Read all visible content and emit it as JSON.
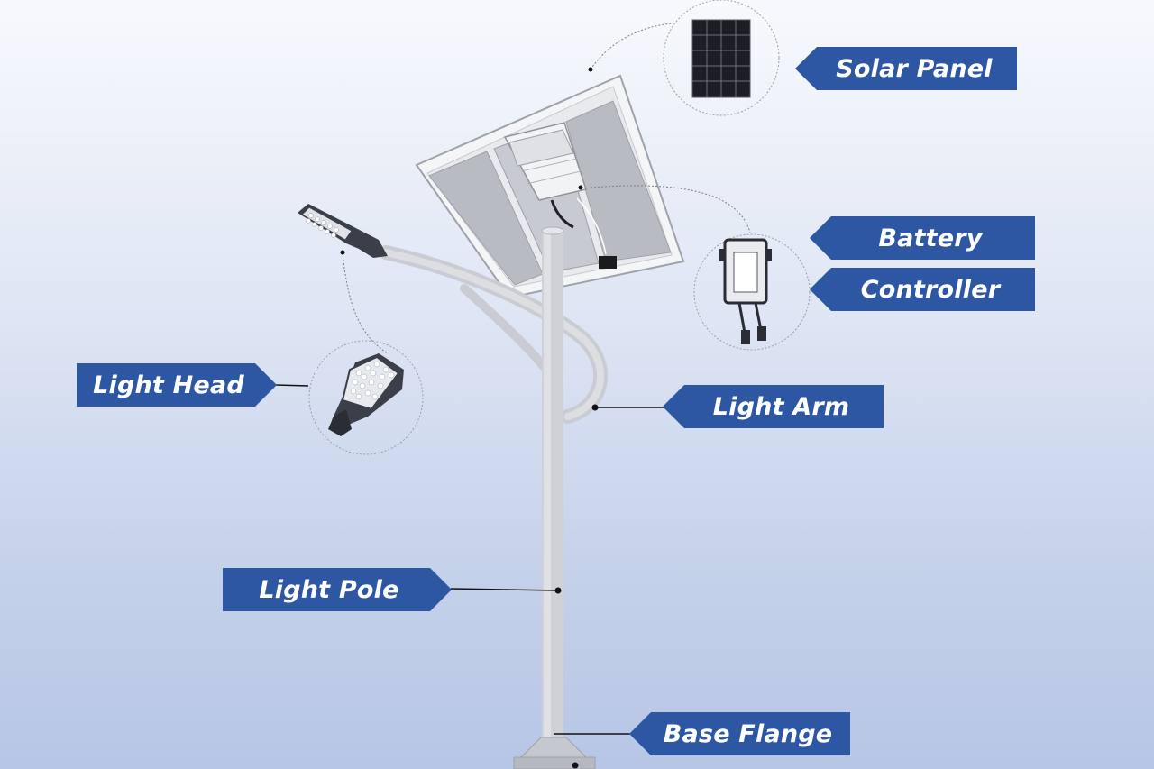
{
  "labels": {
    "solar_panel": "Solar Panel",
    "battery": "Battery",
    "controller": "Controller",
    "light_head": "Light Head",
    "light_arm": "Light Arm",
    "light_pole": "Light Pole",
    "base_flange": "Base Flange"
  },
  "colors": {
    "label_fill": "#2d56a3",
    "label_text": "#ffffff",
    "pole": "#d3d5da",
    "panel_cell": "#b9bcc3",
    "lamp_body": "#3a3f4a"
  },
  "icons": [
    "solar-panel-icon",
    "battery-controller-icon",
    "light-head-icon"
  ]
}
